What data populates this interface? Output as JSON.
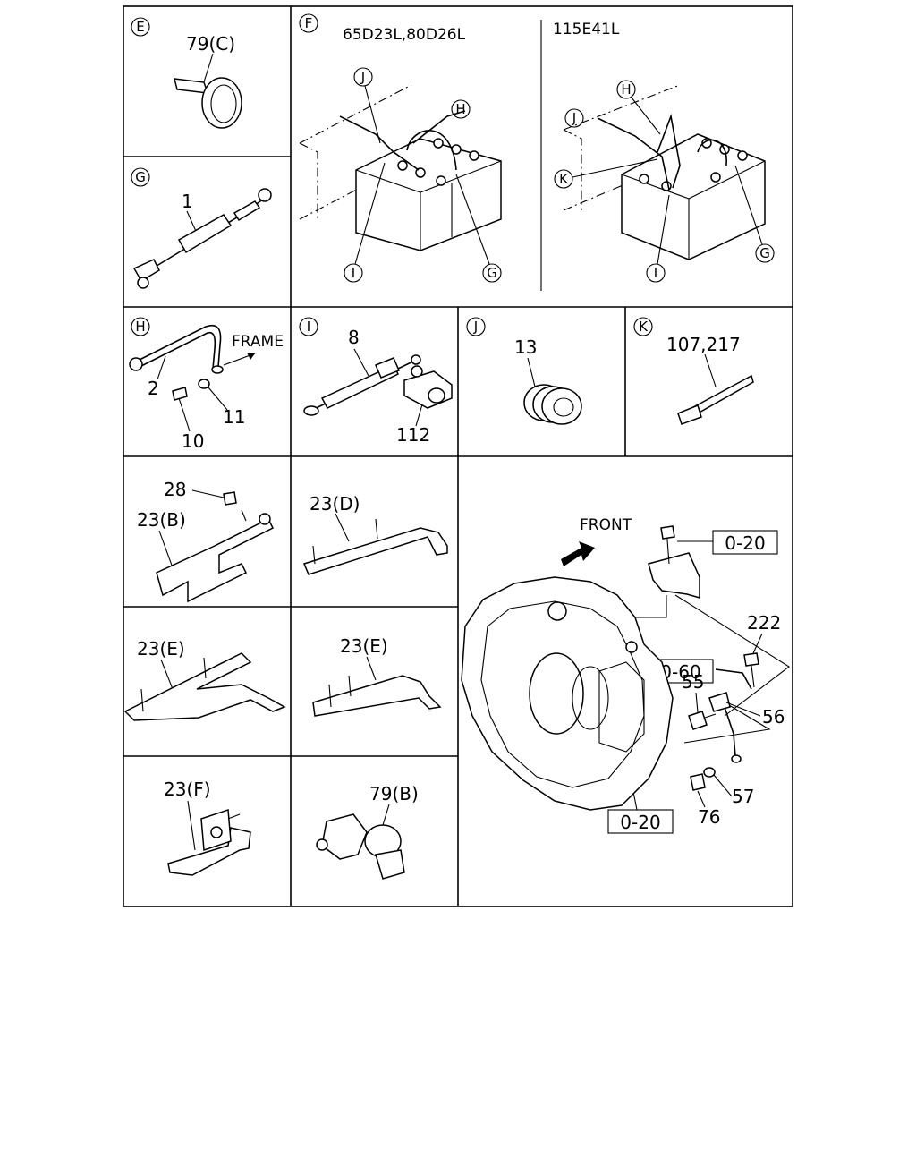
{
  "panels": {
    "E": {
      "letter": "E",
      "part": "79(C)"
    },
    "F": {
      "letter": "F",
      "left_models": "65D23L,80D26L",
      "right_models": "115E41L",
      "callouts": [
        "J",
        "H",
        "I",
        "G",
        "H",
        "J",
        "K",
        "I",
        "G"
      ]
    },
    "G": {
      "letter": "G",
      "part": "1"
    },
    "H": {
      "letter": "H",
      "part_cable": "2",
      "frame_label": "FRAME",
      "part_bolt": "10",
      "part_washer": "11"
    },
    "I": {
      "letter": "I",
      "part_cable": "8",
      "part_terminal": "112"
    },
    "J": {
      "letter": "J",
      "part": "13"
    },
    "K": {
      "letter": "K",
      "part": "107,217"
    },
    "B28": {
      "part_nut": "28",
      "part_bracket": "23(B)"
    },
    "D23": {
      "part": "23(D)"
    },
    "E23a": {
      "part": "23(E)"
    },
    "E23b": {
      "part": "23(E)"
    },
    "F23": {
      "part": "23(F)"
    },
    "B79": {
      "part": "79(B)"
    },
    "housing": {
      "front_label": "FRONT",
      "ref_top": "0-20",
      "ref_mid": "0-60",
      "ref_bottom": "0-20",
      "parts": [
        "222",
        "55",
        "56",
        "57",
        "76"
      ]
    }
  }
}
